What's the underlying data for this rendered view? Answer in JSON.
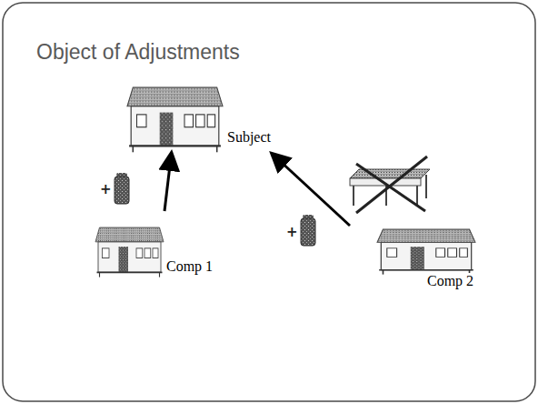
{
  "diagram": {
    "title": "Object of Adjustments",
    "nodes": [
      {
        "text": [
          "Subject"
        ]
      },
      {
        "text": [
          "Comp 1"
        ]
      },
      {
        "text": [
          "Comp 2"
        ]
      }
    ],
    "edges": [
      {
        "from": 1,
        "to": 0,
        "arrow": "to"
      },
      {
        "from": 2,
        "to": 0,
        "arrow": "to"
      }
    ],
    "labels": [
      "+",
      "+"
    ]
  }
}
